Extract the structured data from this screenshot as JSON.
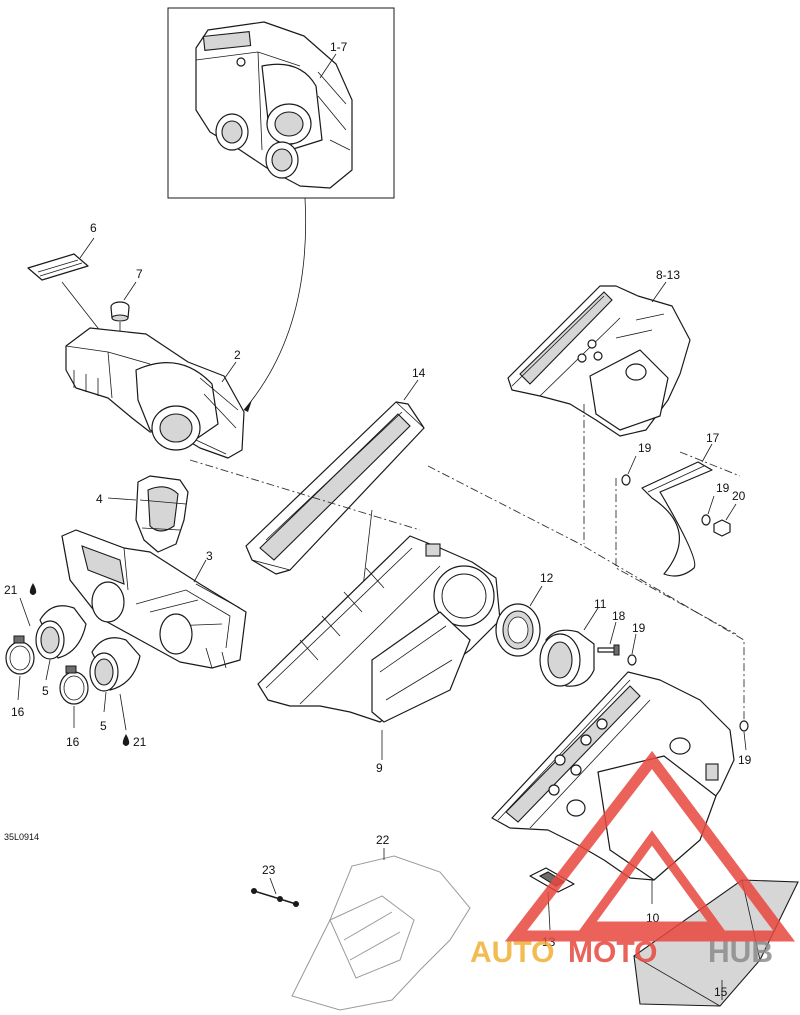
{
  "drawing_code": "35L0914",
  "callouts": {
    "c1_7": "1-7",
    "c2": "2",
    "c3": "3",
    "c4": "4",
    "c5a": "5",
    "c5b": "5",
    "c6": "6",
    "c7": "7",
    "c8_13": "8-13",
    "c9": "9",
    "c10": "10",
    "c11": "11",
    "c12": "12",
    "c13": "13",
    "c14": "14",
    "c15": "15",
    "c16a": "16",
    "c16b": "16",
    "c17": "17",
    "c18": "18",
    "c19a": "19",
    "c19b": "19",
    "c19c": "19",
    "c19d": "19",
    "c20": "20",
    "c21a": "21",
    "c21b": "21",
    "c22": "22",
    "c23": "23"
  },
  "watermark": {
    "word_a": "AUTO",
    "word_b": "MOTO",
    "word_c": "HUB",
    "colors": {
      "orange": "#f2b134",
      "red": "#e8473f",
      "gray": "#8c8c8c"
    }
  }
}
